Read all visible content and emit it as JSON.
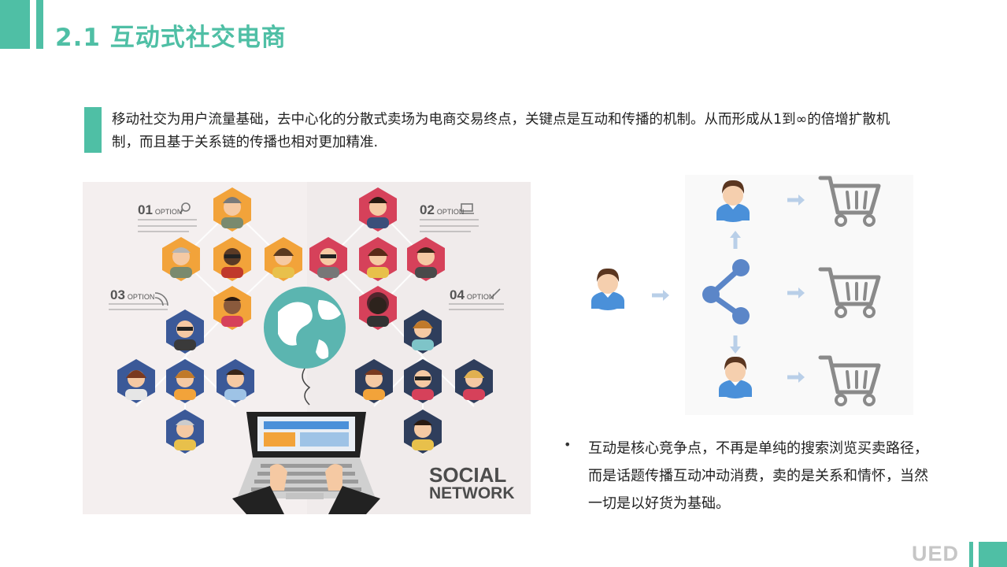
{
  "slide": {
    "title": "2.1 互动式社交电商",
    "intro": "移动社交为用户流量基础，去中心化的分散式卖场为电商交易终点，关键点是互动和传播的机制。从而形成从1到∞的倍增扩散机制，而且基于关系链的传播也相对更加精准."
  },
  "illustration": {
    "options": [
      {
        "num": "01",
        "word": "OPTION",
        "icon": "magnifier-icon"
      },
      {
        "num": "02",
        "word": "OPTION",
        "icon": "monitor-icon"
      },
      {
        "num": "03",
        "word": "OPTION",
        "icon": "wifi-icon"
      },
      {
        "num": "04",
        "word": "OPTION",
        "icon": "wand-icon"
      }
    ],
    "social_line1": "SOCIAL",
    "social_line2": "NETWORK"
  },
  "flow": {
    "icons": [
      "user-icon",
      "share-icon",
      "cart-icon",
      "arrow-icon"
    ]
  },
  "bullet": {
    "text": "互动是核心竞争点，不再是单纯的搜索浏览买卖路径，而是话题传播互动冲动消费，卖的是关系和情怀，当然一切是以好货为基础。"
  },
  "footer": {
    "logo": "UED"
  },
  "colors": {
    "accent": "#4fbfa5",
    "flow_blue": "#5b86c8",
    "arrow_light": "#b9cfe8",
    "cart_gray": "#8a8a8a"
  }
}
